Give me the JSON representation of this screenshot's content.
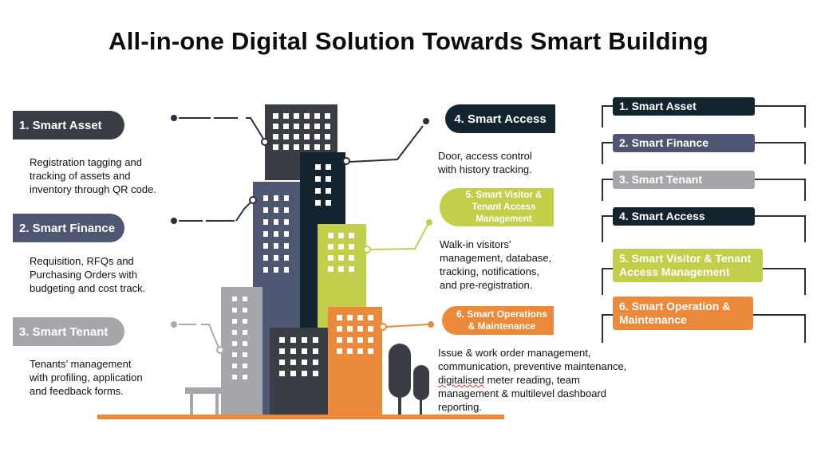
{
  "title": "All-in-one Digital Solution Towards Smart Building",
  "colors": {
    "dark": "#3a3d44",
    "navy": "#13242f",
    "slate": "#4f5672",
    "grey": "#a6a7ab",
    "lime": "#c2cf4a",
    "orange": "#ec8a3c"
  },
  "left": [
    {
      "label": "1. Smart Asset",
      "desc": [
        "Registration tagging and",
        "tracking of assets and",
        "inventory through QR code."
      ]
    },
    {
      "label": "2. Smart Finance",
      "desc": [
        "Requisition, RFQs and",
        "Purchasing Orders with",
        "budgeting and cost track."
      ]
    },
    {
      "label": "3. Smart Tenant",
      "desc": [
        "Tenants’ management",
        "with profiling, application",
        "and feedback forms."
      ]
    }
  ],
  "middle": [
    {
      "label": "4. Smart Access",
      "desc": [
        "Door, access control",
        "with history tracking."
      ]
    },
    {
      "label_lines": [
        "5. Smart Visitor &",
        "Tenant Access",
        "Management"
      ],
      "desc": [
        "Walk-in visitors’",
        "management, database,",
        "tracking, notifications,",
        "and pre-registration."
      ]
    },
    {
      "label_lines": [
        "6. Smart Operations",
        "& Maintenance"
      ],
      "desc": [
        "Issue & work order management,",
        "communication, preventive maintenance,",
        "digitalised meter reading, team",
        "management & multilevel dashboard",
        "reporting."
      ]
    }
  ],
  "legend": [
    {
      "lines": [
        "1. Smart Asset"
      ]
    },
    {
      "lines": [
        "2. Smart Finance"
      ]
    },
    {
      "lines": [
        "3. Smart Tenant"
      ]
    },
    {
      "lines": [
        "4. Smart Access"
      ]
    },
    {
      "lines": [
        "5. Smart Visitor & Tenant",
        "Access Management"
      ]
    },
    {
      "lines": [
        "6. Smart Operation &",
        "Maintenance"
      ]
    }
  ]
}
